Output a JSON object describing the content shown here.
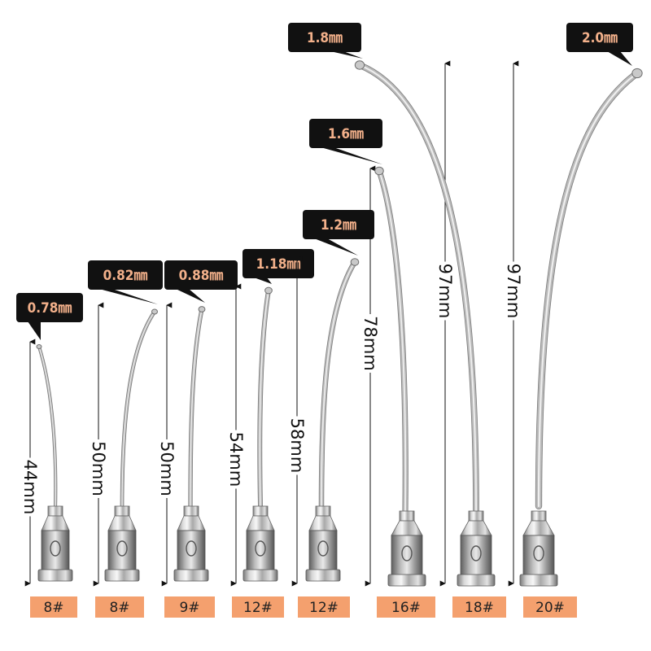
{
  "colors": {
    "callout_bg": "#111111",
    "callout_text": "#f2b08a",
    "label_bg": "#f4a06e",
    "needle_metal": "#b9b9b9"
  },
  "needles": [
    {
      "gauge": "8#",
      "tip": "0.78㎜",
      "length": "44mm"
    },
    {
      "gauge": "8#",
      "tip": "0.82㎜",
      "length": "50mm"
    },
    {
      "gauge": "9#",
      "tip": "0.88㎜",
      "length": "50mm"
    },
    {
      "gauge": "12#",
      "tip": "1.18㎜",
      "length": "54mm"
    },
    {
      "gauge": "12#",
      "tip": "1.2㎜",
      "length": "58mm"
    },
    {
      "gauge": "16#",
      "tip": "1.6㎜",
      "length": "78mm"
    },
    {
      "gauge": "18#",
      "tip": "1.8㎜",
      "length": "97mm"
    },
    {
      "gauge": "20#",
      "tip": "2.0㎜",
      "length": "97mm"
    }
  ]
}
